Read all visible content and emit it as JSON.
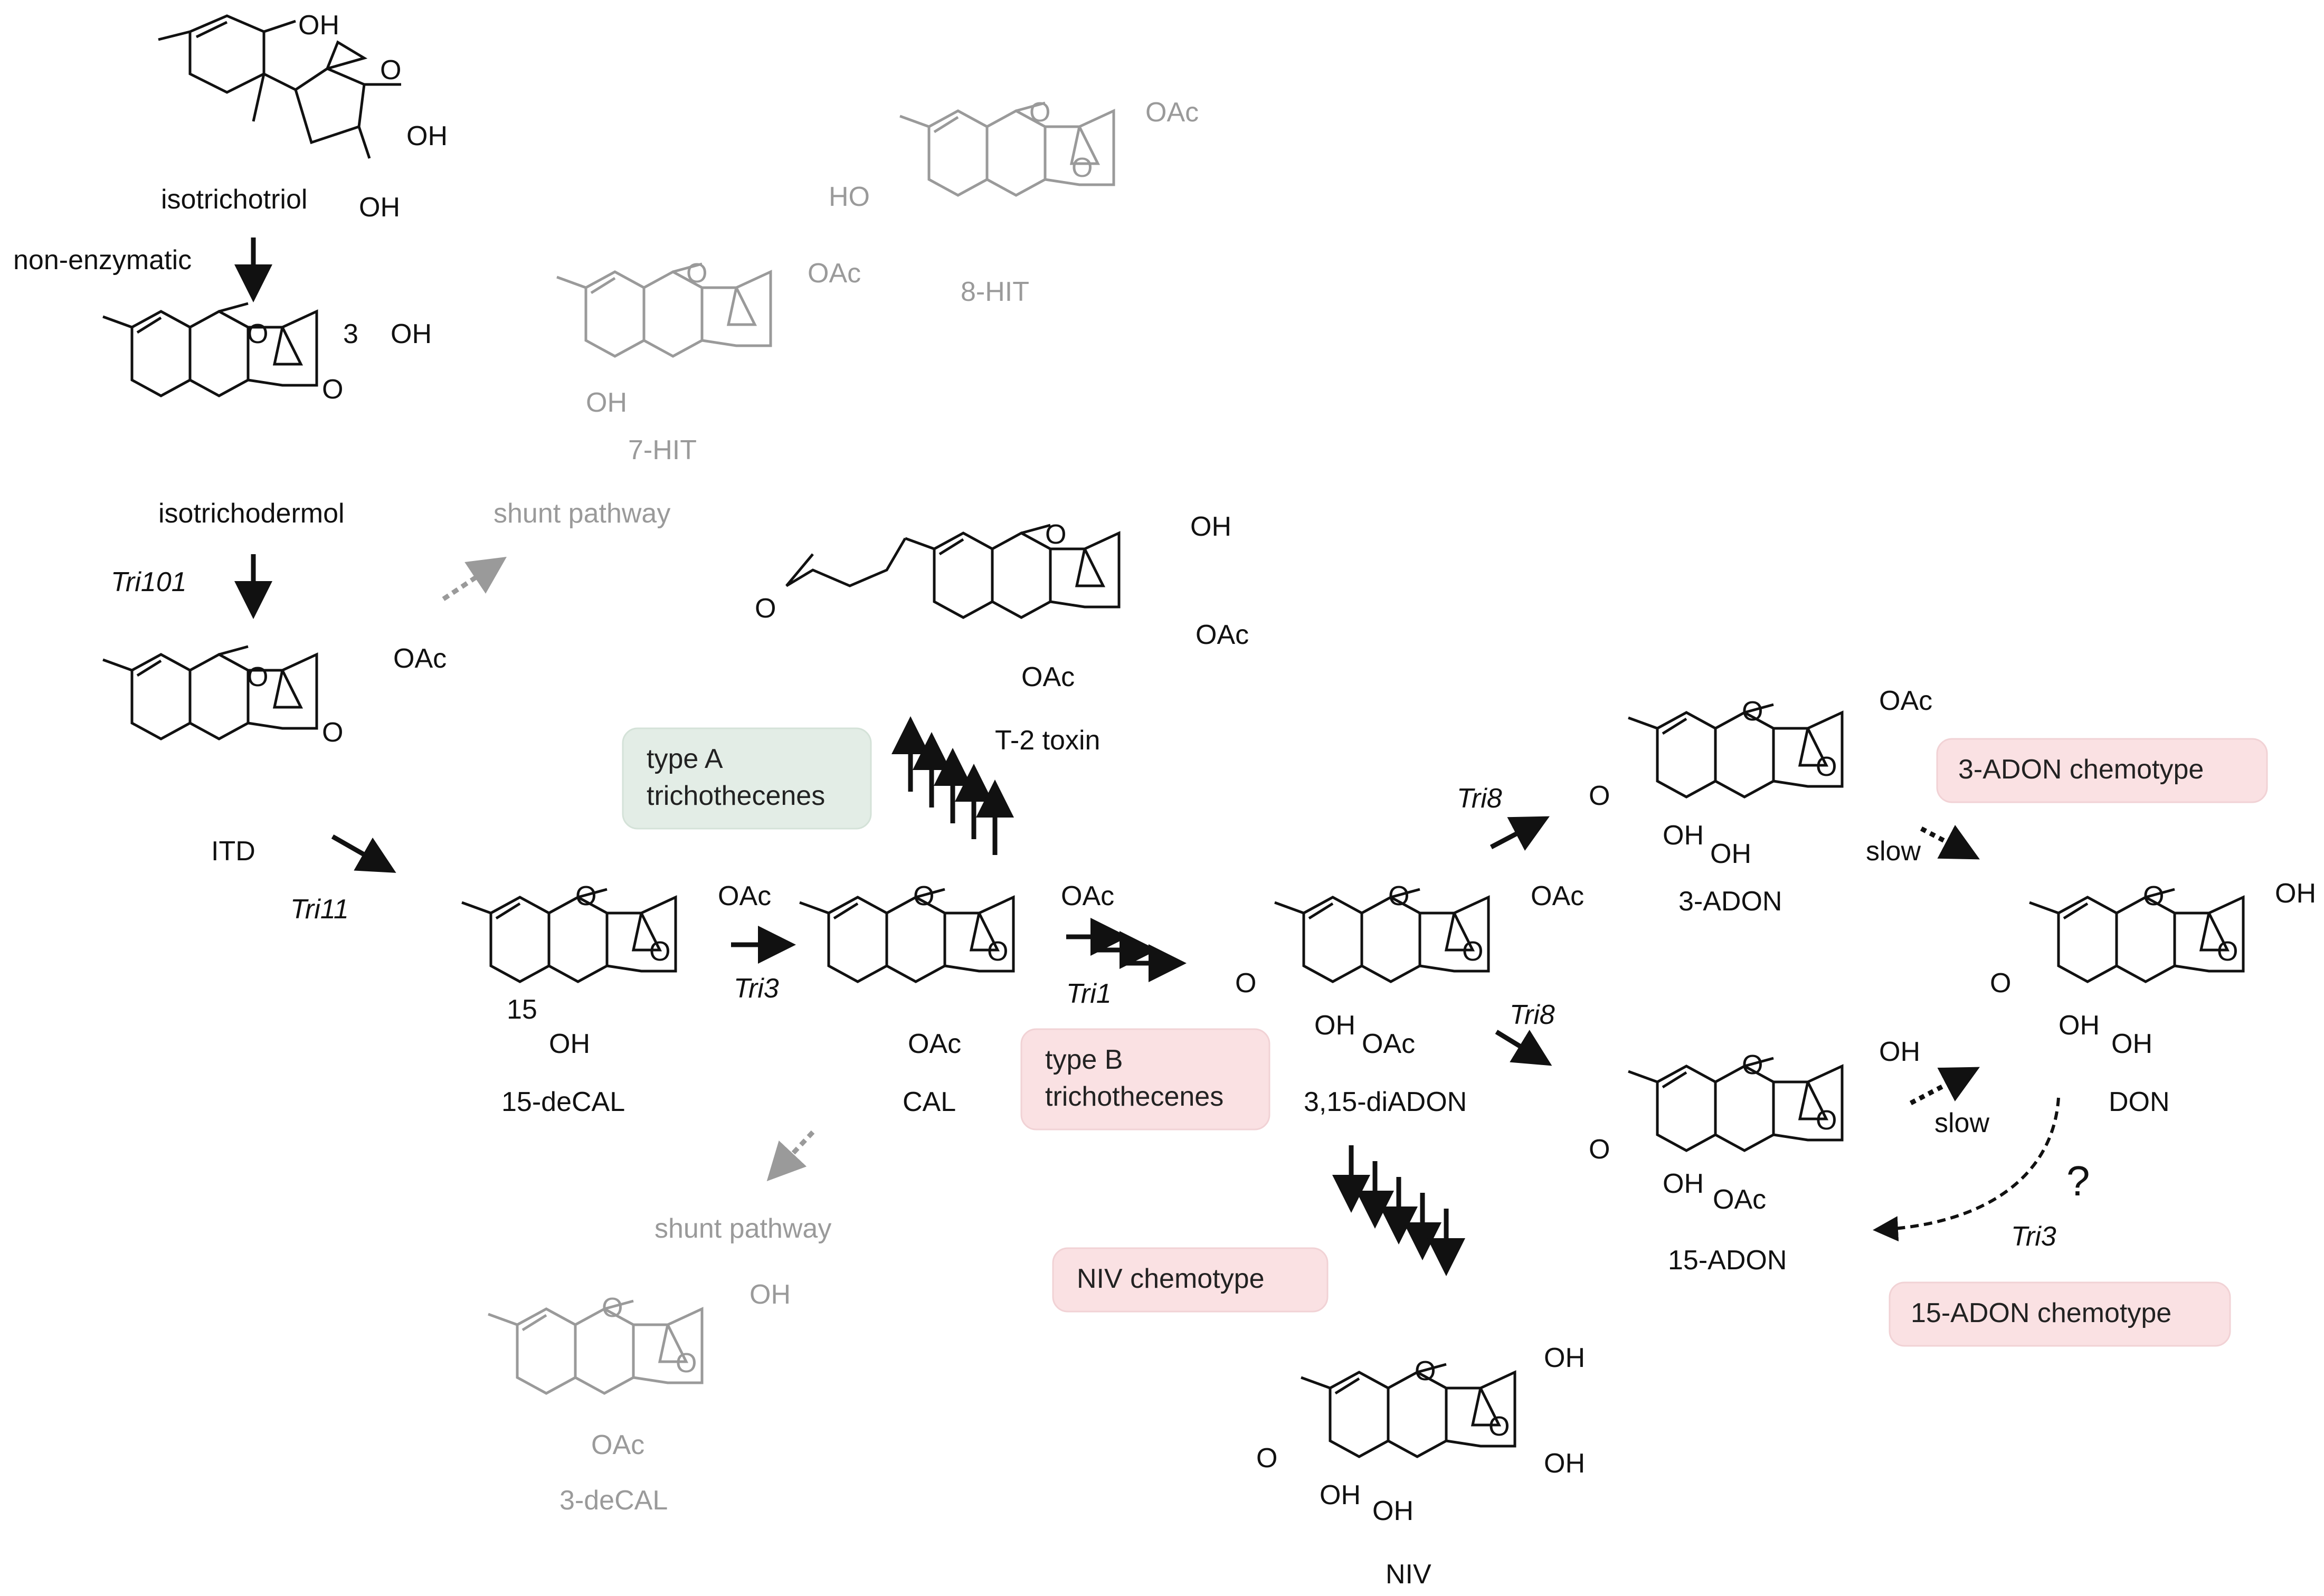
{
  "compounds": {
    "isotrichotriol": "isotrichotriol",
    "isotrichodermol": "isotrichodermol",
    "itd": "ITD",
    "hit7": "7-HIT",
    "hit8": "8-HIT",
    "decal15": "15-deCAL",
    "cal": "CAL",
    "t2": "T-2 toxin",
    "diadon": "3,15-diADON",
    "adon3": "3-ADON",
    "adon15": "15-ADON",
    "don": "DON",
    "niv": "NIV",
    "decal3": "3-deCAL"
  },
  "steps": {
    "non_enzymatic": "non-enzymatic",
    "shunt_top": "shunt pathway",
    "shunt_bottom": "shunt pathway",
    "slow_top": "slow",
    "slow_bottom": "slow",
    "question": "?"
  },
  "enzymes": {
    "tri101": "Tri101",
    "tri11": "Tri11",
    "tri3": "Tri3",
    "tri1": "Tri1",
    "tri8_top": "Tri8",
    "tri8_bottom": "Tri8",
    "tri3_don": "Tri3"
  },
  "boxes": {
    "typeA": [
      "type A",
      "trichothecenes"
    ],
    "typeB": [
      "type B",
      "trichothecenes"
    ],
    "niv_chemotype": "NIV chemotype",
    "adon3_chemotype": "3-ADON chemotype",
    "adon15_chemotype": "15-ADON chemotype"
  },
  "atoms": {
    "oh": "OH",
    "oac": "OAc",
    "o": "O",
    "c3": "3",
    "c15": "15"
  },
  "colors": {
    "ink": "#111111",
    "gray": "#9a9a9a",
    "typeA_fill": "#e3ede6",
    "pink_fill": "#fae1e3"
  }
}
